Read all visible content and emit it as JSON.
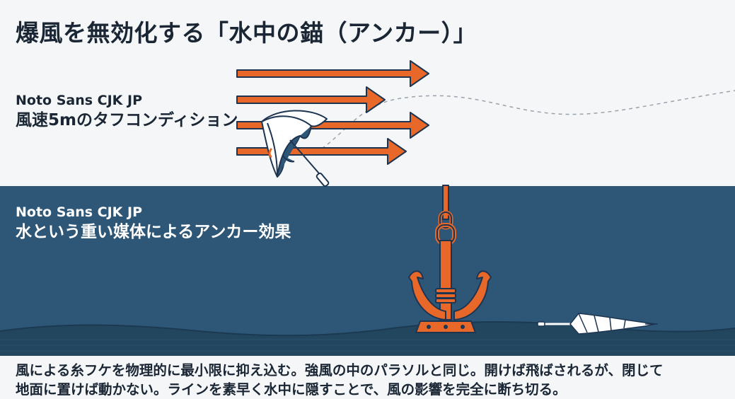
{
  "title": "爆風を無効化する「水中の錨（アンカー）」",
  "sky": {
    "font_label": "Noto Sans CJK JP",
    "heading": "風速5mのタフコンディション"
  },
  "sea": {
    "font_label": "Noto Sans CJK JP",
    "heading": "水という重い媒体によるアンカー効果"
  },
  "caption": {
    "line1": "風による糸フケを物理的に最小限に抑え込む。強風の中のパラソルと同じ。開けば飛ばされるが、閉じて",
    "line2": "地面に置けば動かない。ラインを素早く水中に隠すことで、風の影響を完全に断ち切る。"
  },
  "colors": {
    "accent": "#e8682a",
    "outline": "#1d3550",
    "sea": "#2e5777",
    "seabed": "#23465f",
    "background": "#f4f6f8"
  },
  "icons": [
    "wind-arrow-icon",
    "umbrella-open-icon",
    "anchor-icon",
    "umbrella-closed-icon"
  ]
}
